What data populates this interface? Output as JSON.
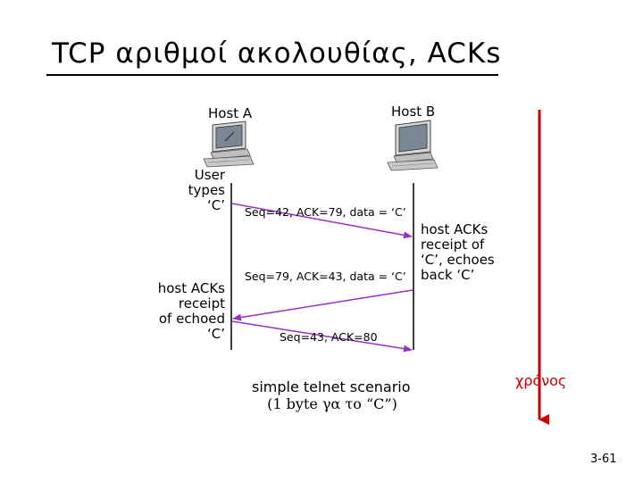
{
  "title": "TCP αριθμοί ακολουθίας, ACKs",
  "hosts": {
    "a_label": "Host A",
    "b_label": "Host B"
  },
  "notes": {
    "user_types": [
      "User",
      "types",
      "‘C’"
    ],
    "host_b_acks": [
      "host ACKs",
      "receipt of",
      "‘C’, echoes",
      "back ‘C’"
    ],
    "host_a_acks": [
      "host ACKs",
      "receipt",
      "of echoed",
      "‘C’"
    ]
  },
  "messages": {
    "m1": "Seq=42, ACK=79, data = ‘C’",
    "m2": "Seq=79, ACK=43, data = ‘C’",
    "m3": "Seq=43, ACK=80"
  },
  "caption": {
    "line1": "simple telnet scenario",
    "line2": "(1 byte γα το “C”)"
  },
  "time_label": "χρόνος",
  "page_number": "3-61",
  "colors": {
    "arrow": "#9b2fbf",
    "time_axis": "#cc0000",
    "timeline": "#000000"
  }
}
